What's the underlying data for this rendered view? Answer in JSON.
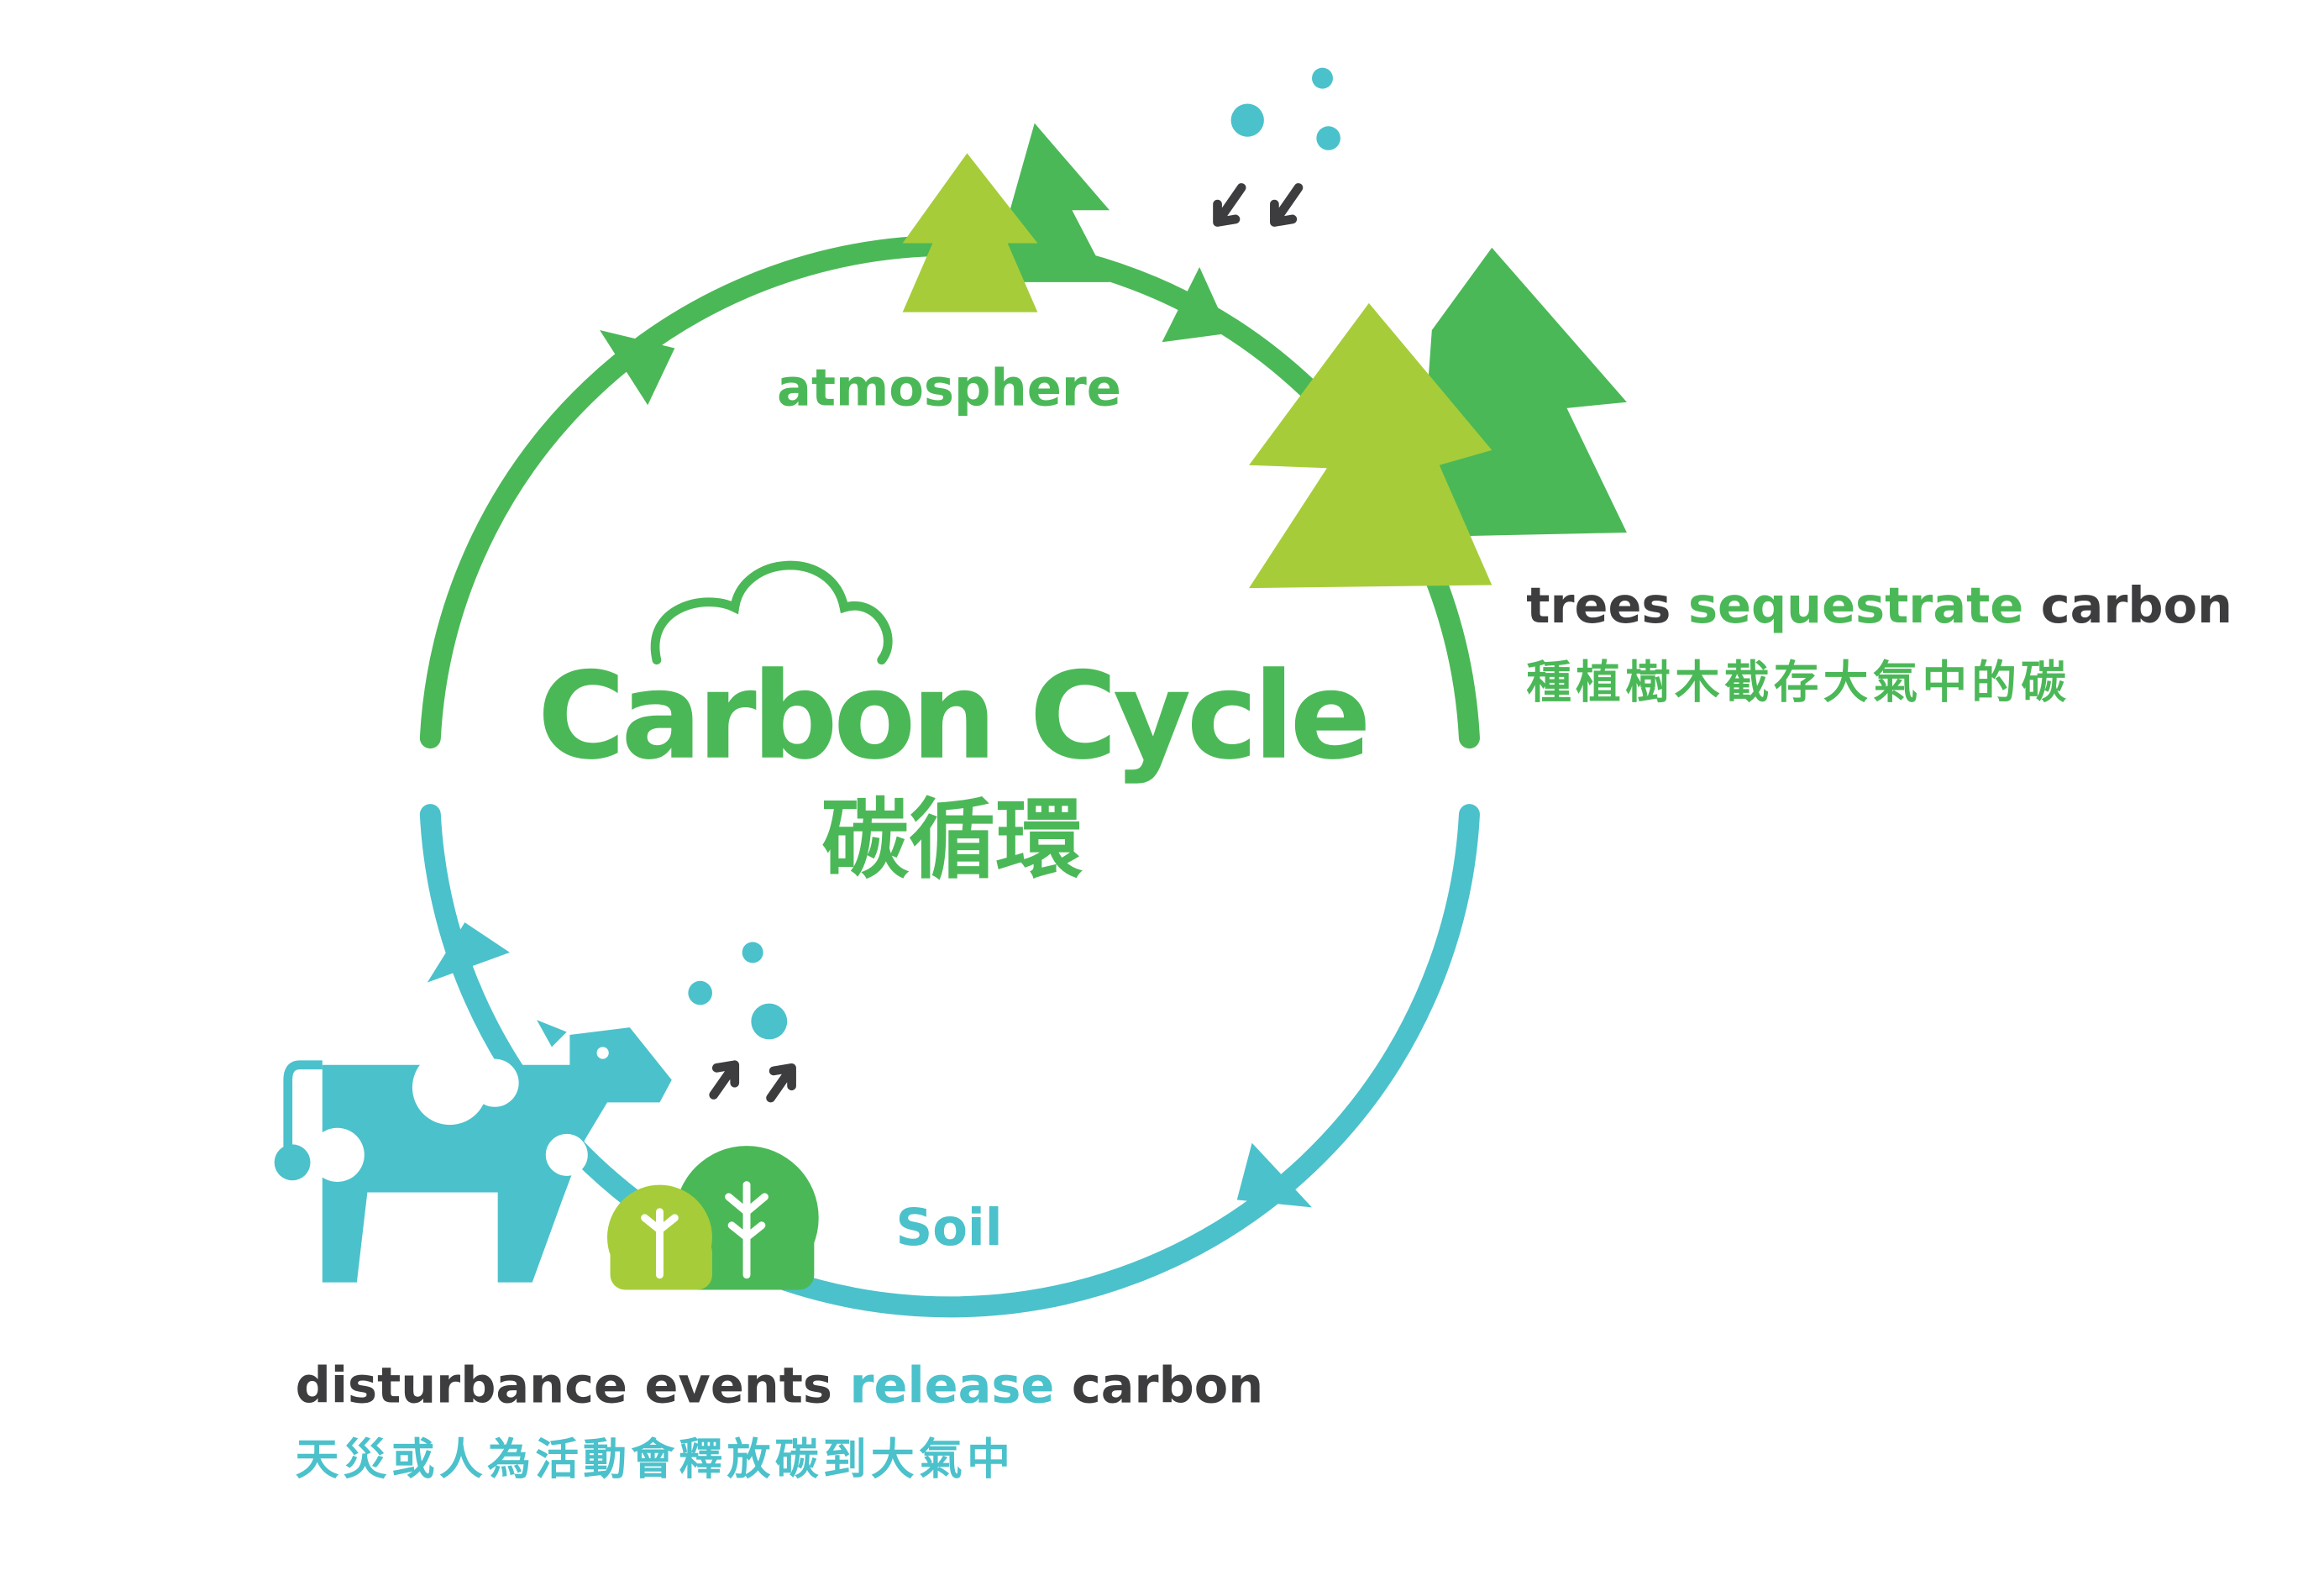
{
  "title": {
    "en_part1": "Carbon",
    "en_part2": "Cycle",
    "zh": "碳循環"
  },
  "labels": {
    "atmosphere": "atmosphere",
    "soil": "Soil"
  },
  "trees_caption": {
    "w1": "trees",
    "w2": "sequestrate",
    "w3": "carbon",
    "zh": "種植樹木截存大氣中的碳"
  },
  "disturbance_caption": {
    "w1": "disturbance events",
    "w2": "release",
    "w3": "carbon",
    "zh": "天災或人為活動會釋放碳到大氣中"
  },
  "colors": {
    "green": "#4bb857",
    "light_green": "#a6cd39",
    "cyan": "#4bc1cb",
    "dark": "#3d3d3f"
  }
}
